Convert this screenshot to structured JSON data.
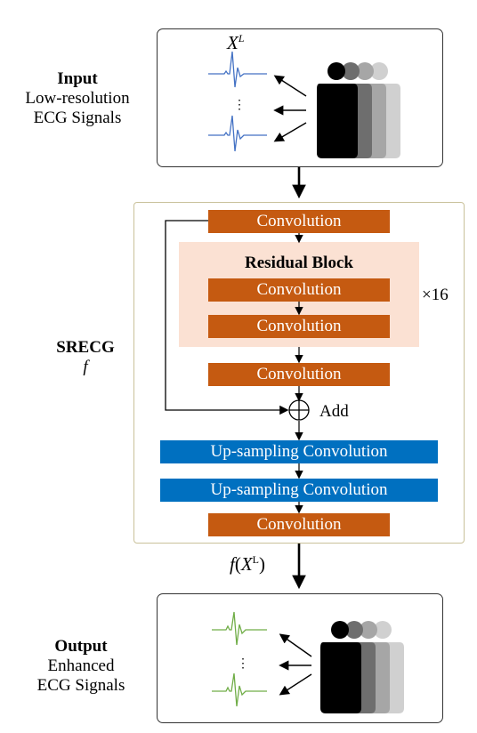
{
  "input": {
    "title": "Input",
    "line1": "Low-resolution",
    "line2": "ECG Signals",
    "signal_label": "X",
    "signal_label_sup": "L",
    "dots": "⋮"
  },
  "srecg": {
    "title": "SRECG",
    "symbol": "f"
  },
  "blocks": {
    "conv_first": "Convolution",
    "residual_title": "Residual Block",
    "res_conv_1": "Convolution",
    "res_conv_2": "Convolution",
    "repeat": "×16",
    "conv_after": "Convolution",
    "add_label": "Add",
    "up_1": "Up-sampling Convolution",
    "up_2": "Up-sampling Convolution",
    "conv_last": "Convolution"
  },
  "between": {
    "f": "f",
    "open": "(",
    "x": "X",
    "sup": "L",
    "close": ")"
  },
  "output": {
    "title": "Output",
    "line1": "Enhanced",
    "line2": "ECG Signals",
    "dots": "⋮"
  },
  "colors": {
    "conv": "#c55a11",
    "upsample": "#0070c0",
    "residual_bg": "#fbe1d3",
    "input_signal": "#4472c4",
    "output_signal": "#70ad47"
  }
}
